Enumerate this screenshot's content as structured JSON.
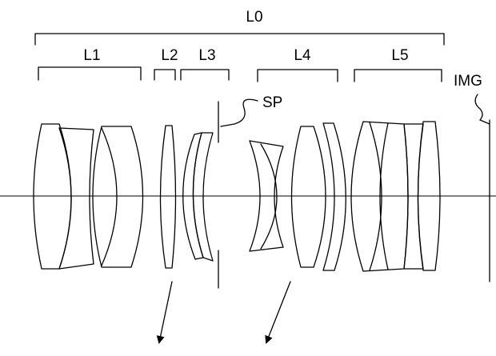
{
  "labels": {
    "overall": "L0",
    "group1": "L1",
    "group2": "L2",
    "group3": "L3",
    "group4": "L4",
    "group5": "L5",
    "stop": "SP",
    "image_plane": "IMG"
  }
}
